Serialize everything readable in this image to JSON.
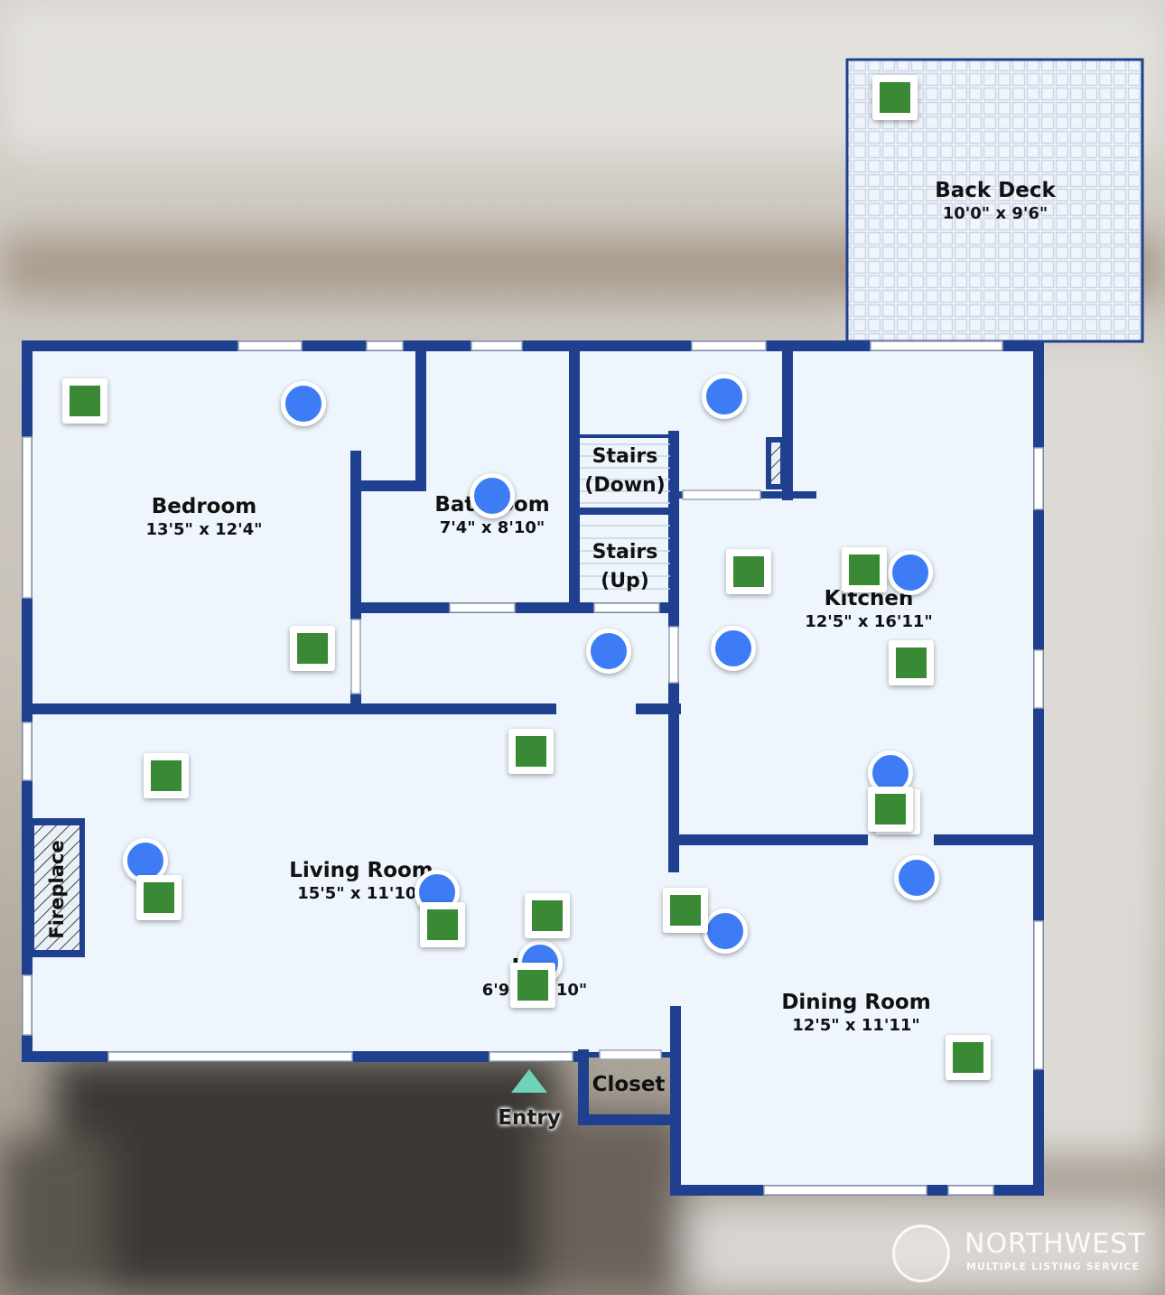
{
  "rooms": [
    {
      "name": "Bedroom",
      "dims": "13'5\" x 12'4\""
    },
    {
      "name": "Bathroom",
      "dims": "7'4\" x 8'10\""
    },
    {
      "name": "Kitchen",
      "dims": "12'5\" x 16'11\""
    },
    {
      "name": "Living Room",
      "dims": "15'5\" x 11'10\""
    },
    {
      "name": "Dining Room",
      "dims": "12'5\" x 11'11\""
    },
    {
      "name": "Back Deck",
      "dims": "10'0\" x 9'6\""
    },
    {
      "name": "Den",
      "dims": "6'9\" x 5'10\""
    }
  ],
  "labels": {
    "stairs_down_1": "Stairs",
    "stairs_down_2": "(Down)",
    "stairs_up_1": "Stairs",
    "stairs_up_2": "(Up)",
    "fireplace": "Fireplace",
    "closet": "Closet",
    "entry": "Entry"
  },
  "logo": {
    "brand": "NORTHWEST",
    "subtitle": "MULTIPLE LISTING SERVICE"
  },
  "colors": {
    "wall": "#1f3f8f",
    "floor": "#eef5fd",
    "camera": "#3d7cf5",
    "photo": "#3a8a35",
    "entry_marker": "#6fd3b8"
  },
  "markers": {
    "camera_icon": "blue-circle",
    "photo_icon": "green-square"
  }
}
